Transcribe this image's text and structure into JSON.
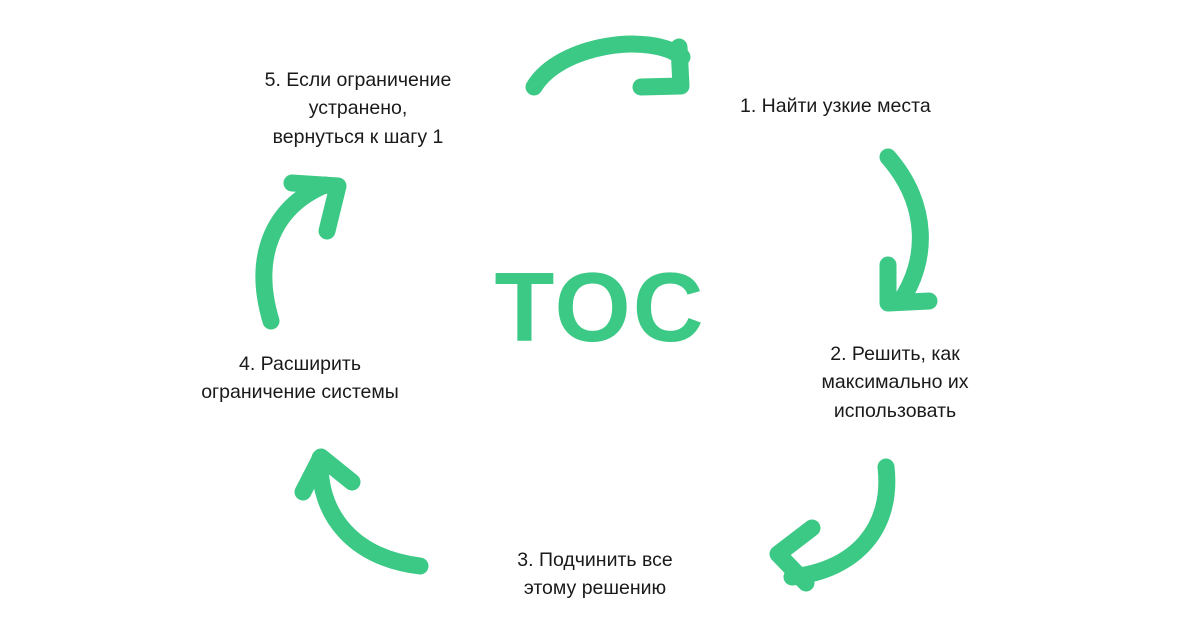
{
  "diagram": {
    "title": "TOC",
    "center_label": "TOC",
    "accent_color": "#3bc985",
    "text_color": "#1a1a1a",
    "background_color": "#ffffff",
    "steps": [
      {
        "number": "1",
        "text": "1. Найти узкие места",
        "position": "right-top"
      },
      {
        "number": "2",
        "text": "2. Решить, как\nмаксимально их\nиспользовать",
        "position": "right-bottom"
      },
      {
        "number": "3",
        "text": "3. Подчинить все\nэтому решению",
        "position": "bottom"
      },
      {
        "number": "4",
        "text": "4. Расширить\nограничение системы",
        "position": "left-bottom"
      },
      {
        "number": "5",
        "text": "5. Если ограничение\nустранено,\nвернуться к шагу 1",
        "position": "left-top"
      }
    ],
    "arrows": [
      {
        "name": "arrow-top",
        "from_step": "5",
        "to_step": "1",
        "direction": "clockwise-right"
      },
      {
        "name": "arrow-right",
        "from_step": "1",
        "to_step": "2",
        "direction": "clockwise-down"
      },
      {
        "name": "arrow-bottom-right",
        "from_step": "2",
        "to_step": "3",
        "direction": "clockwise-left"
      },
      {
        "name": "arrow-bottom-left",
        "from_step": "3",
        "to_step": "4",
        "direction": "clockwise-up"
      },
      {
        "name": "arrow-left",
        "from_step": "4",
        "to_step": "5",
        "direction": "clockwise-up-right"
      }
    ]
  }
}
